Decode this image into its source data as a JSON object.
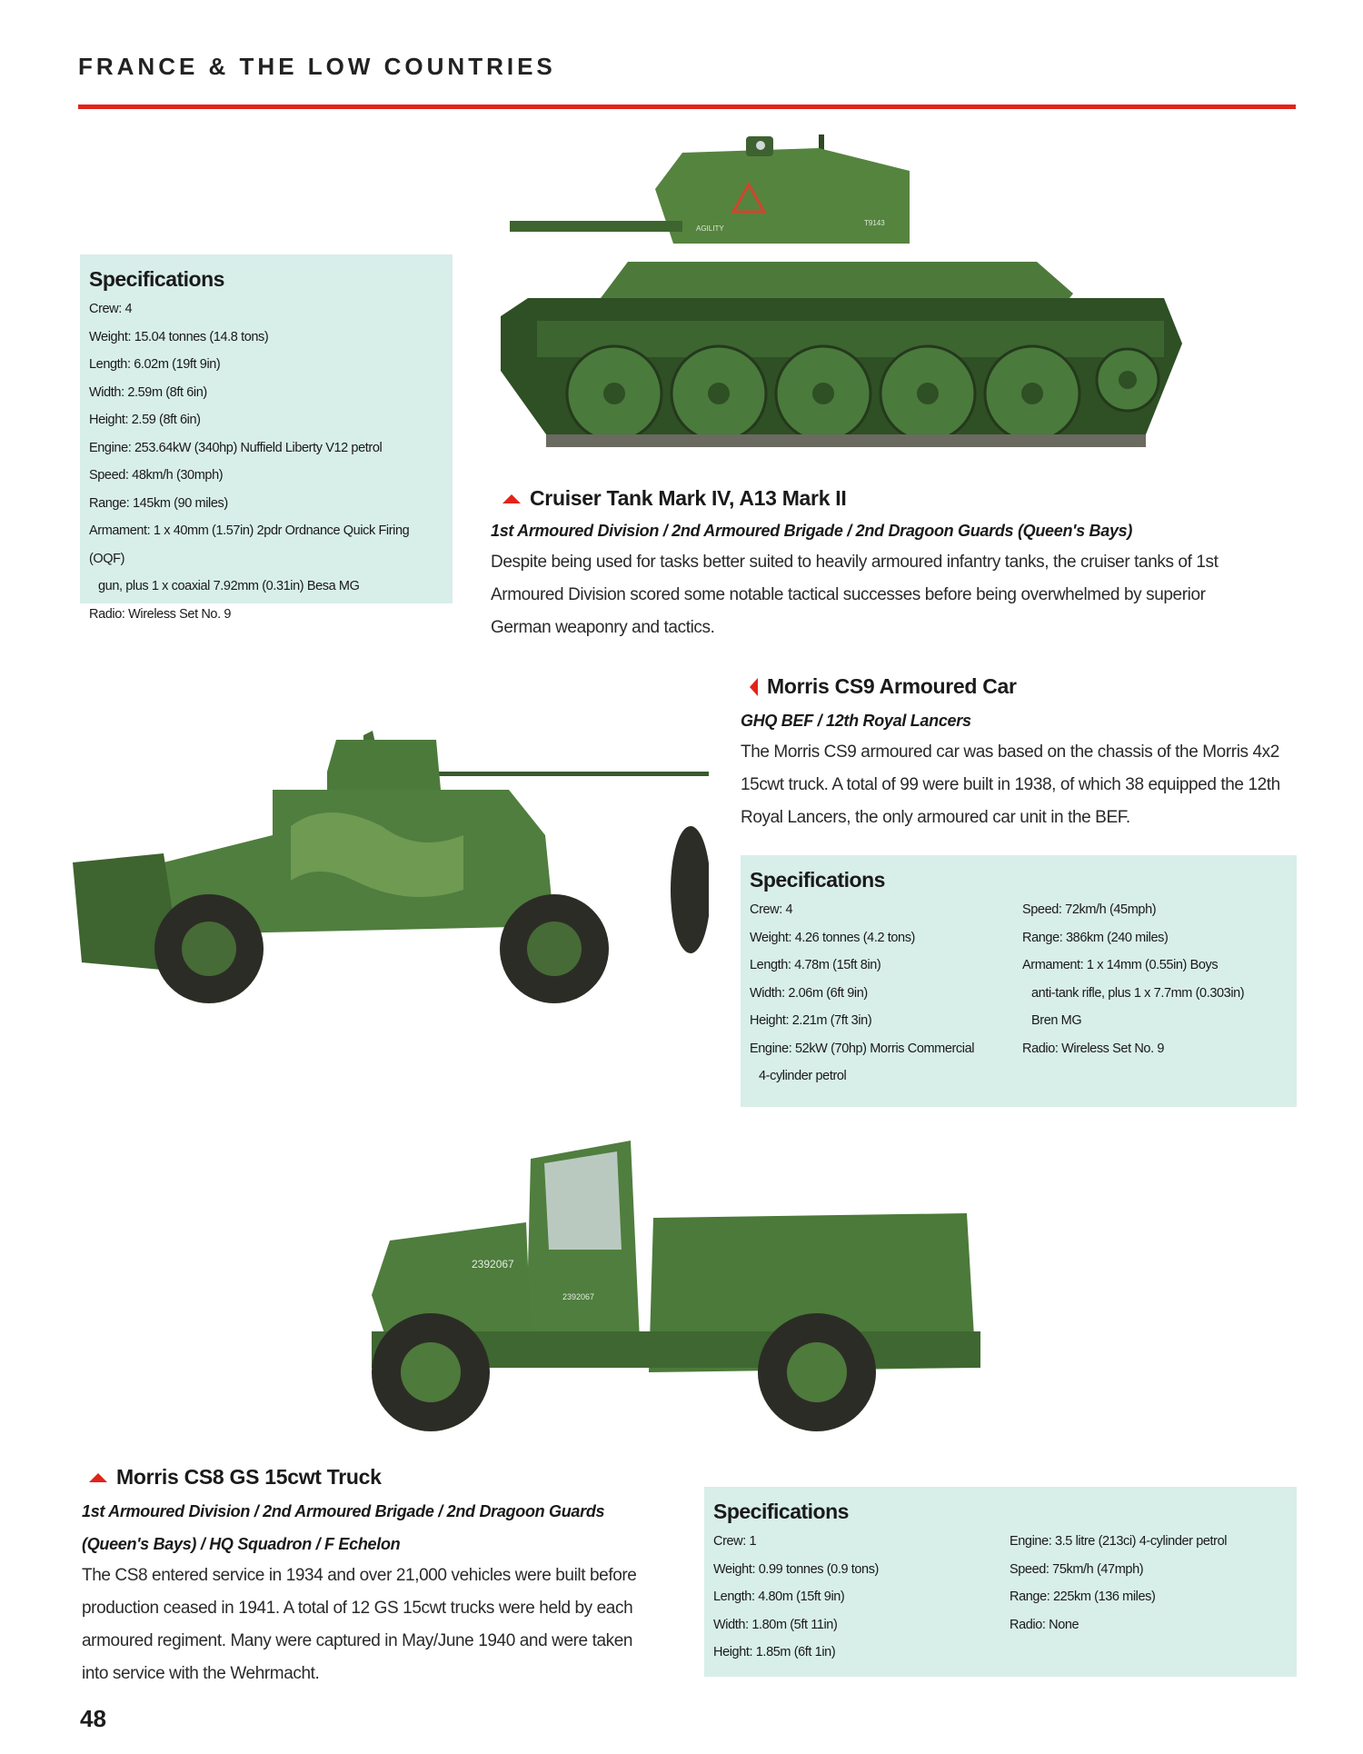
{
  "header": {
    "section_title": "FRANCE & THE LOW COUNTRIES",
    "accent_color": "#e2231a"
  },
  "vehicles": [
    {
      "name": "Cruiser Tank Mark IV, A13 Mark II",
      "unit": "1st Armoured Division / 2nd Armoured Brigade / 2nd Dragoon Guards (Queen's Bays)",
      "description": "Despite being used for tasks better suited to heavily armoured infantry tanks, the cruiser tanks of 1st Armoured Division scored some notable tactical successes before being overwhelmed by superior German weaponry and tactics.",
      "markings": [
        "AGILITY",
        "T9143"
      ],
      "specs_title": "Specifications",
      "specs": [
        "Crew:  4",
        "Weight: 15.04 tonnes (14.8 tons)",
        "Length: 6.02m (19ft 9in)",
        "Width:  2.59m (8ft 6in)",
        "Height: 2.59 (8ft 6in)",
        "Engine: 253.64kW (340hp) Nuffield Liberty V12 petrol",
        "Speed: 48km/h (30mph)",
        "Range: 145km (90 miles)",
        "Armament: 1 x 40mm (1.57in) 2pdr Ordnance Quick Firing (OQF)",
        "gun, plus 1 x coaxial 7.92mm (0.31in) Besa MG",
        "Radio: Wireless Set No. 9"
      ]
    },
    {
      "name": "Morris CS9 Armoured Car",
      "unit": "GHQ BEF / 12th Royal Lancers",
      "description": "The Morris CS9 armoured car was based on the chassis of the Morris 4x2 15cwt truck. A total of 99 were built in 1938, of which 38 equipped the 12th Royal Lancers, the only armoured car unit in the BEF.",
      "specs_title": "Specifications",
      "specs_left": [
        "Crew: 4",
        "Weight: 4.26 tonnes (4.2 tons)",
        "Length: 4.78m (15ft 8in)",
        "Width: 2.06m (6ft 9in)",
        "Height: 2.21m (7ft 3in)",
        "Engine: 52kW (70hp) Morris Commercial",
        "4-cylinder petrol"
      ],
      "specs_right": [
        "Speed: 72km/h (45mph)",
        "Range: 386km (240 miles)",
        "Armament: 1 x 14mm (0.55in) Boys",
        "anti-tank rifle, plus 1 x 7.7mm (0.303in)",
        "Bren MG",
        "Radio: Wireless Set No. 9"
      ]
    },
    {
      "name": "Morris CS8 GS 15cwt Truck",
      "unit_line1": "1st Armoured Division / 2nd Armoured Brigade / 2nd Dragoon Guards",
      "unit_line2": "(Queen's Bays) / HQ Squadron / F Echelon",
      "description": "The CS8 entered service in 1934 and over 21,000 vehicles were built before production ceased in 1941. A total of 12 GS 15cwt trucks were held by each armoured regiment. Many were captured in May/June 1940 and were taken into service with the Wehrmacht.",
      "markings": [
        "2392067",
        "2392067"
      ],
      "specs_title": "Specifications",
      "specs_left": [
        "Crew: 1",
        "Weight: 0.99 tonnes (0.9 tons)",
        "Length: 4.80m (15ft 9in)",
        "Width: 1.80m (5ft 11in)",
        "Height: 1.85m (6ft 1in)"
      ],
      "specs_right": [
        "Engine: 3.5 litre (213ci) 4-cylinder petrol",
        "Speed: 75km/h (47mph)",
        "Range: 225km (136 miles)",
        "Radio: None"
      ]
    }
  ],
  "footer": {
    "page_number": "48"
  }
}
